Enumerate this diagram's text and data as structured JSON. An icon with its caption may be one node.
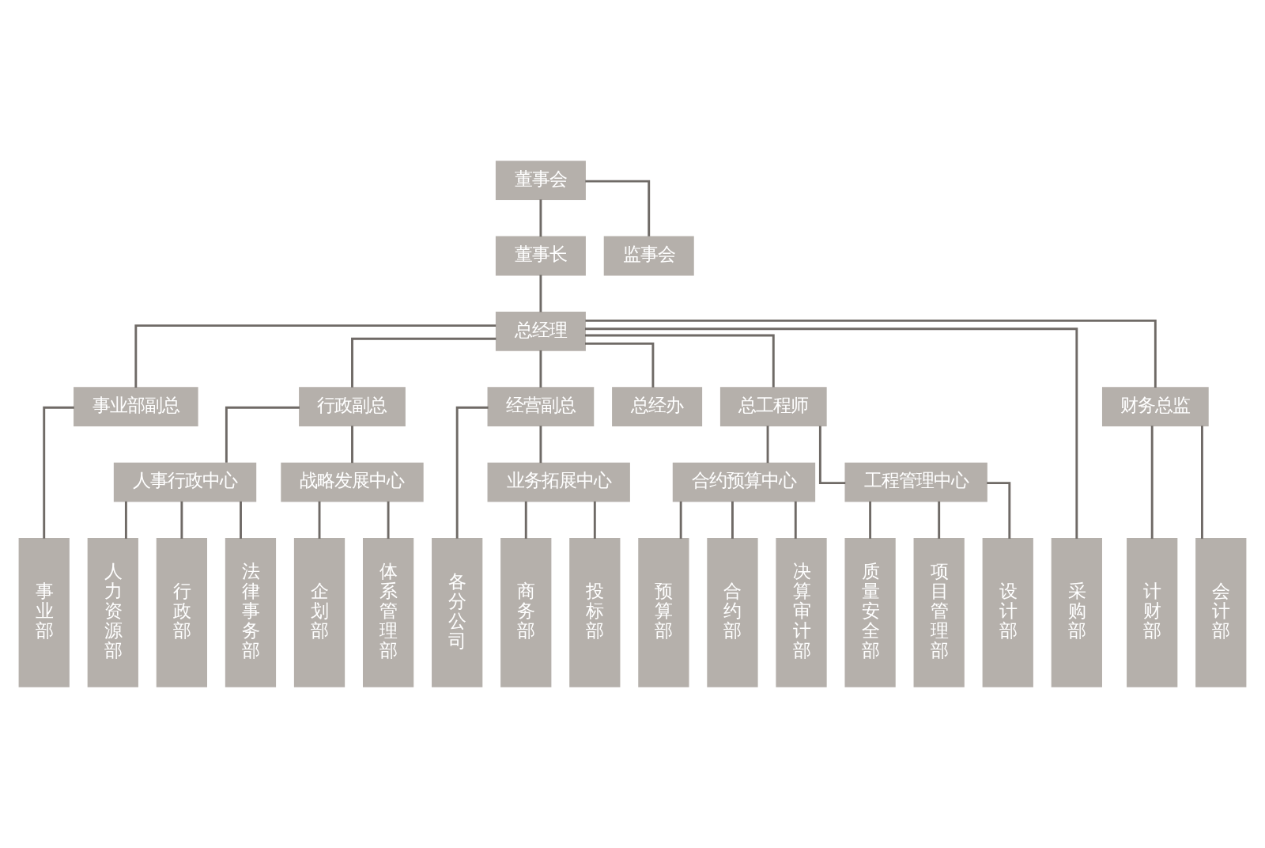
{
  "diagram": {
    "nodes": [
      {
        "text": [
          "董事会"
        ]
      },
      {
        "text": [
          "监事会"
        ]
      },
      {
        "text": [
          "董事长"
        ]
      },
      {
        "text": [
          "总经理"
        ]
      },
      {
        "text": [
          "总经办"
        ]
      },
      {
        "text": [
          "事业部副总"
        ]
      },
      {
        "text": [
          "行政副总"
        ]
      },
      {
        "text": [
          "经营副总"
        ]
      },
      {
        "text": [
          "总工程师"
        ]
      },
      {
        "text": [
          "财务总监"
        ]
      },
      {
        "text": [
          "人事行政中心"
        ]
      },
      {
        "text": [
          "战略发展中心"
        ]
      },
      {
        "text": [
          "业务拓展中心"
        ]
      },
      {
        "text": [
          "合约预算中心"
        ]
      },
      {
        "text": [
          "工程管理中心"
        ]
      },
      {
        "text": [
          "事业部"
        ]
      },
      {
        "text": [
          "人力资源部"
        ]
      },
      {
        "text": [
          "行政部"
        ]
      },
      {
        "text": [
          "法律事务部"
        ]
      },
      {
        "text": [
          "企划部"
        ]
      },
      {
        "text": [
          "体系管理部"
        ]
      },
      {
        "text": [
          "各分公司"
        ]
      },
      {
        "text": [
          "商务部"
        ]
      },
      {
        "text": [
          "投标部"
        ]
      },
      {
        "text": [
          "预算部"
        ]
      },
      {
        "text": [
          "合约部"
        ]
      },
      {
        "text": [
          "决算审计部"
        ]
      },
      {
        "text": [
          "质量安全部"
        ]
      },
      {
        "text": [
          "项目管理部"
        ]
      },
      {
        "text": [
          "设计部"
        ]
      },
      {
        "text": [
          "采购部"
        ]
      },
      {
        "text": [
          "计财部"
        ]
      },
      {
        "text": [
          "会计部"
        ]
      }
    ],
    "edges": [
      {
        "from": 0,
        "to": 2,
        "arrow": "none"
      },
      {
        "from": 0,
        "to": 1,
        "arrow": "none"
      },
      {
        "from": 2,
        "to": 3,
        "arrow": "none"
      },
      {
        "from": 3,
        "to": 5,
        "arrow": "none"
      },
      {
        "from": 3,
        "to": 6,
        "arrow": "none"
      },
      {
        "from": 3,
        "to": 7,
        "arrow": "none"
      },
      {
        "from": 3,
        "to": 4,
        "arrow": "none"
      },
      {
        "from": 3,
        "to": 8,
        "arrow": "none"
      },
      {
        "from": 3,
        "to": 30,
        "arrow": "none"
      },
      {
        "from": 3,
        "to": 9,
        "arrow": "none"
      },
      {
        "from": 5,
        "to": 15,
        "arrow": "none"
      },
      {
        "from": 6,
        "to": 10,
        "arrow": "none"
      },
      {
        "from": 6,
        "to": 11,
        "arrow": "none"
      },
      {
        "from": 7,
        "to": 21,
        "arrow": "none"
      },
      {
        "from": 7,
        "to": 12,
        "arrow": "none"
      },
      {
        "from": 8,
        "to": 13,
        "arrow": "none"
      },
      {
        "from": 8,
        "to": 14,
        "arrow": "none"
      },
      {
        "from": 9,
        "to": 31,
        "arrow": "none"
      },
      {
        "from": 9,
        "to": 32,
        "arrow": "none"
      },
      {
        "from": 10,
        "to": 16,
        "arrow": "none"
      },
      {
        "from": 10,
        "to": 17,
        "arrow": "none"
      },
      {
        "from": 10,
        "to": 18,
        "arrow": "none"
      },
      {
        "from": 11,
        "to": 19,
        "arrow": "none"
      },
      {
        "from": 11,
        "to": 20,
        "arrow": "none"
      },
      {
        "from": 12,
        "to": 22,
        "arrow": "none"
      },
      {
        "from": 12,
        "to": 23,
        "arrow": "none"
      },
      {
        "from": 13,
        "to": 24,
        "arrow": "none"
      },
      {
        "from": 13,
        "to": 25,
        "arrow": "none"
      },
      {
        "from": 13,
        "to": 26,
        "arrow": "none"
      },
      {
        "from": 14,
        "to": 27,
        "arrow": "none"
      },
      {
        "from": 14,
        "to": 28,
        "arrow": "none"
      },
      {
        "from": 14,
        "to": 29,
        "arrow": "none"
      }
    ]
  }
}
